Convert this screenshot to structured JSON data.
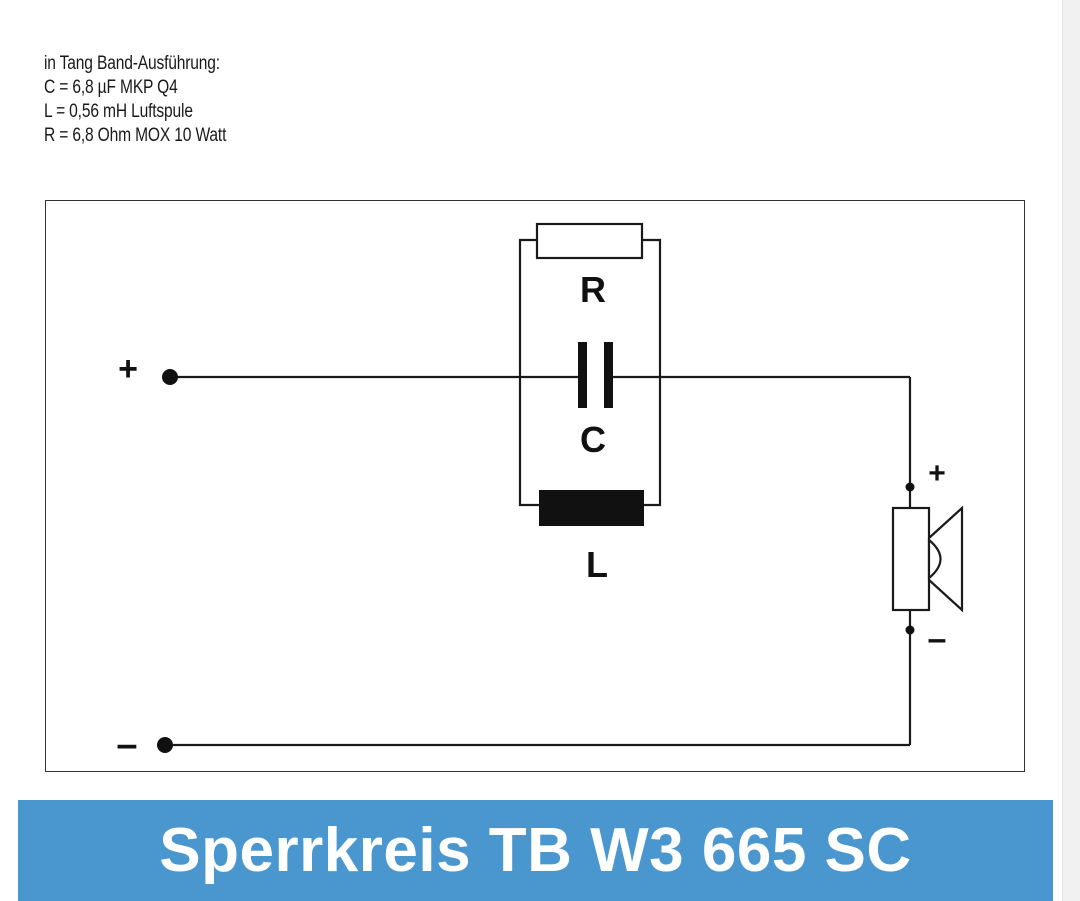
{
  "notes": {
    "heading": "in Tang Band-Ausführung:",
    "capacitor_line": "C = 6,8 µF MKP Q4",
    "inductor_line": "L = 0,56 mH Luftspule",
    "resistor_line": "R = 6,8 Ohm MOX 10 Watt"
  },
  "circuit": {
    "resistor_label": "R",
    "capacitor_label": "C",
    "inductor_label": "L",
    "input_plus": "+",
    "input_minus": "–",
    "speaker_plus": "+",
    "speaker_minus": "–"
  },
  "banner": {
    "title": "Sperrkreis TB W3 665 SC",
    "background": "#4a97cf",
    "text_color": "#ffffff"
  },
  "colors": {
    "line": "#1a1a1a",
    "frame": "#333333"
  }
}
